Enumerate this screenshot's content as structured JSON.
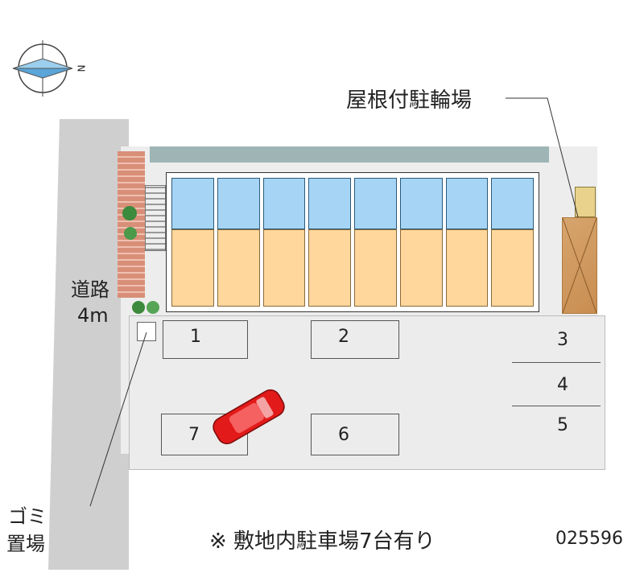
{
  "labels": {
    "bicycle_parking": "屋根付駐輪場",
    "road_line1": "道路",
    "road_line2": "4m",
    "garbage_line1": "ゴミ",
    "garbage_line2": "置場",
    "parking_note": "※ 敷地内駐車場7台有り",
    "property_code": "025596",
    "compass_letter": "N"
  },
  "parking_stalls": [
    "1",
    "2",
    "3",
    "4",
    "5",
    "6",
    "7"
  ],
  "colors": {
    "upper_unit": "#a6d4f5",
    "lower_unit": "#ffd79c",
    "car": "#e21a1a",
    "road": "#cfcfcf",
    "bike_roof": "#c98d50"
  },
  "building": {
    "units": 8
  }
}
